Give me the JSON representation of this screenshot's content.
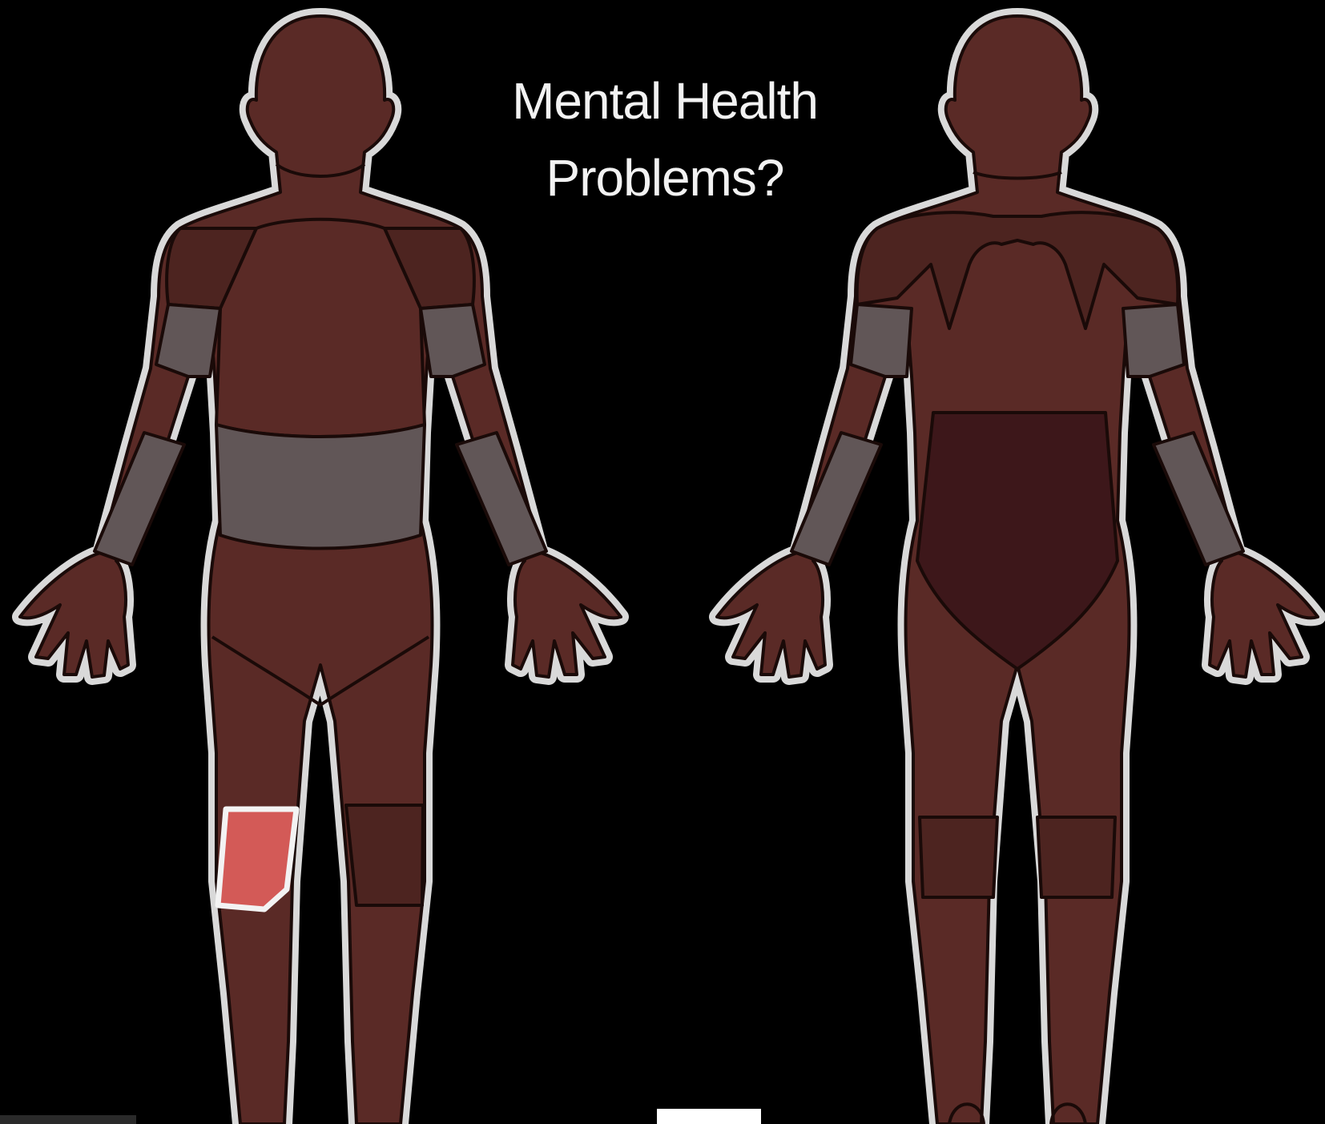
{
  "title": {
    "line1": "Mental Health",
    "line2": "Problems?"
  },
  "colors": {
    "background": "#000000",
    "skin": "#5a2a26",
    "shoulder": "#4d2420",
    "grey_band": "#615657",
    "lower_back": "#3d171a",
    "highlight_knee": "#d35a57",
    "outline": "#d9d9d9"
  },
  "figures": [
    {
      "view": "front",
      "highlighted_region": "right-knee"
    },
    {
      "view": "back",
      "highlighted_region": "lower-back"
    }
  ]
}
